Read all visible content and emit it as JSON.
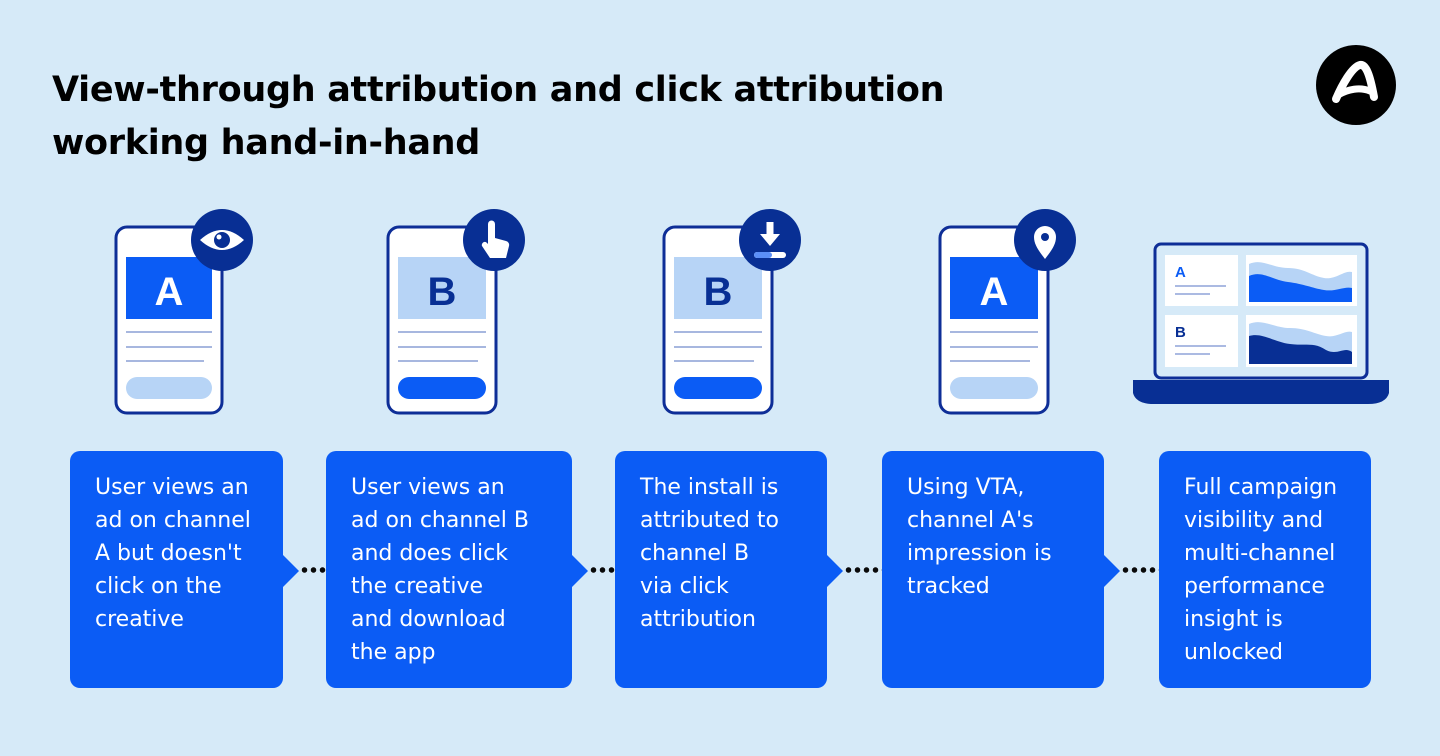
{
  "title": {
    "line1": "View-through attribution and click attribution",
    "line2": "working hand-in-hand"
  },
  "brand": {
    "logo_icon": "adjust-logo-icon"
  },
  "colors": {
    "background": "#d6eaf8",
    "primary_blue": "#0b5cf5",
    "dark_navy": "#082f94",
    "light_blue": "#b7d4f6",
    "phone_outline": "#0e2e97"
  },
  "phones": [
    {
      "letter": "A",
      "badge_icon": "eye-icon",
      "banner_style": "solid",
      "button_style": "light"
    },
    {
      "letter": "B",
      "badge_icon": "pointer-hand-icon",
      "banner_style": "light",
      "button_style": "solid"
    },
    {
      "letter": "B",
      "badge_icon": "download-icon",
      "banner_style": "light",
      "button_style": "solid"
    },
    {
      "letter": "A",
      "badge_icon": "location-pin-icon",
      "banner_style": "solid",
      "button_style": "light"
    }
  ],
  "laptop": {
    "row_labels": [
      "A",
      "B"
    ]
  },
  "steps": [
    {
      "lines": [
        "User views an",
        "ad on channel",
        "A but doesn't",
        "click on the",
        "creative"
      ]
    },
    {
      "lines": [
        "User views an",
        "ad on channel B",
        "and does click",
        "the creative",
        "and download",
        "the app"
      ]
    },
    {
      "lines": [
        "The install is",
        "attributed to",
        "channel B",
        "via click",
        "attribution"
      ]
    },
    {
      "lines": [
        "Using VTA,",
        "channel A's",
        "impression is",
        "tracked"
      ]
    },
    {
      "lines": [
        "Full campaign",
        "visibility and",
        "multi-channel",
        "performance",
        "insight is",
        "unlocked"
      ]
    }
  ]
}
